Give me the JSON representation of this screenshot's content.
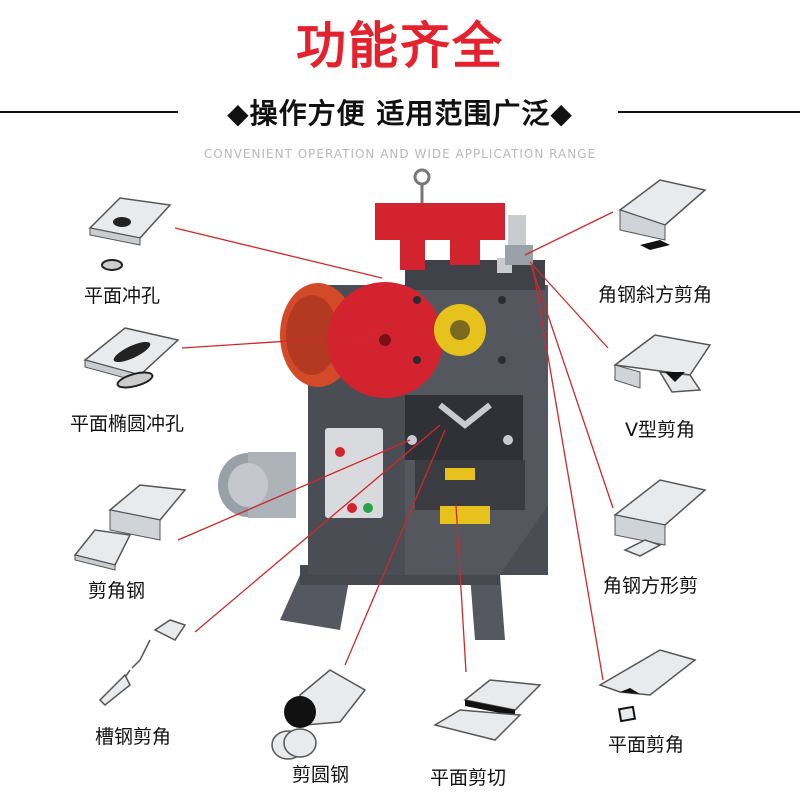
{
  "header": {
    "title": "功能齐全",
    "subtitle": "◆操作方便 适用范围广泛◆",
    "english": "CONVENIENT OPERATION AND WIDE APPLICATION RANGE"
  },
  "features_left": [
    {
      "label": "平面冲孔"
    },
    {
      "label": "平面椭圆冲孔"
    },
    {
      "label": "剪角钢"
    },
    {
      "label": "槽钢剪角"
    }
  ],
  "features_bottom": [
    {
      "label": "剪圆钢"
    },
    {
      "label": "平面剪切"
    }
  ],
  "features_right": [
    {
      "label": "角钢斜方剪角"
    },
    {
      "label": "V型剪角"
    },
    {
      "label": "角钢方形剪"
    },
    {
      "label": "平面剪角"
    }
  ],
  "colors": {
    "accent": "#e3222d",
    "machine_body": "#4a4d54",
    "leader_line": "#cc2a2a",
    "panel_yellow": "#e8c21c"
  }
}
